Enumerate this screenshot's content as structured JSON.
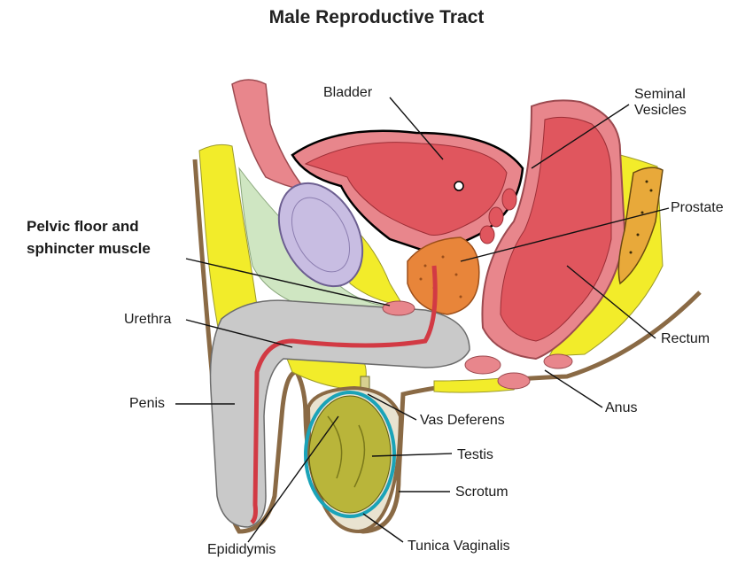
{
  "title": "Male Reproductive Tract",
  "labels": {
    "bladder": "Bladder",
    "seminal_1": "Seminal",
    "seminal_2": "Vesicles",
    "prostate": "Prostate",
    "pelvic_1": "Pelvic floor and",
    "pelvic_2": "sphincter muscle",
    "urethra": "Urethra",
    "rectum": "Rectum",
    "penis": "Penis",
    "anus": "Anus",
    "vas_deferens": "Vas Deferens",
    "testis": "Testis",
    "scrotum": "Scrotum",
    "epididymis": "Epididymis",
    "tunica": "Tunica Vaginalis"
  },
  "colors": {
    "fat": "#f2ec2a",
    "muscle_pink": "#e8868c",
    "bladder_red": "#e0565e",
    "prostate": "#e8853a",
    "penis_gray": "#c9c9c9",
    "testis": "#b9b53a",
    "tunica": "#1aa3b8",
    "pubic_bone": "#c8bde2",
    "pelvic_muscle": "#cfe6c2",
    "skin_tan": "#cfa87a"
  }
}
